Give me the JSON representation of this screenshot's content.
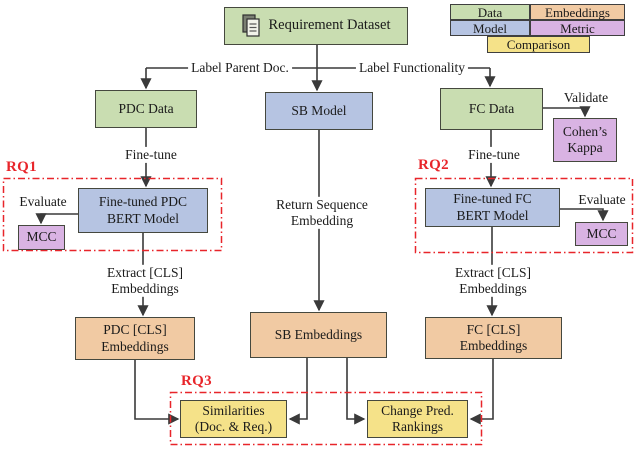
{
  "palette": {
    "data_fill": "#c9ddb1",
    "model_fill": "#b6c4e2",
    "embeddings_fill": "#f1caa3",
    "metric_fill": "#d9b3e3",
    "comparison_fill": "#f5e289",
    "rq_red": "#e8252a",
    "line_color": "#3a3a3a",
    "box_border": "#45483e"
  },
  "legend": {
    "items": [
      {
        "label": "Data",
        "type": "data"
      },
      {
        "label": "Embeddings",
        "type": "embeddings"
      },
      {
        "label": "Model",
        "type": "model"
      },
      {
        "label": "Metric",
        "type": "metric"
      },
      {
        "label": "Comparison",
        "type": "comparison"
      }
    ]
  },
  "nodes": {
    "requirement_dataset": "Requirement Dataset",
    "pdc_data": "PDC Data",
    "sb_model": "SB Model",
    "fc_data": "FC Data",
    "cohens_kappa": "Cohen’s\nKappa",
    "ft_pdc_bert": "Fine-tuned PDC\nBERT Model",
    "ft_fc_bert": "Fine-tuned FC\nBERT Model",
    "mcc_left": "MCC",
    "mcc_right": "MCC",
    "pdc_cls": "PDC [CLS]\nEmbeddings",
    "sb_embeddings": "SB Embeddings",
    "fc_cls": "FC [CLS]\nEmbeddings",
    "similarities": "Similarities\n(Doc. & Req.)",
    "change_pred": "Change Pred.\nRankings"
  },
  "edge_labels": {
    "label_parent_doc": "Label Parent Doc.",
    "label_functionality": "Label Functionality",
    "fine_tune_left": "Fine-tune",
    "fine_tune_right": "Fine-tune",
    "validate": "Validate",
    "evaluate_left": "Evaluate",
    "evaluate_right": "Evaluate",
    "return_sequence": "Return Sequence\nEmbedding",
    "extract_cls_left": "Extract [CLS]\nEmbeddings",
    "extract_cls_right": "Extract [CLS]\nEmbeddings"
  },
  "rq_labels": {
    "rq1": "RQ1",
    "rq2": "RQ2",
    "rq3": "RQ3"
  }
}
